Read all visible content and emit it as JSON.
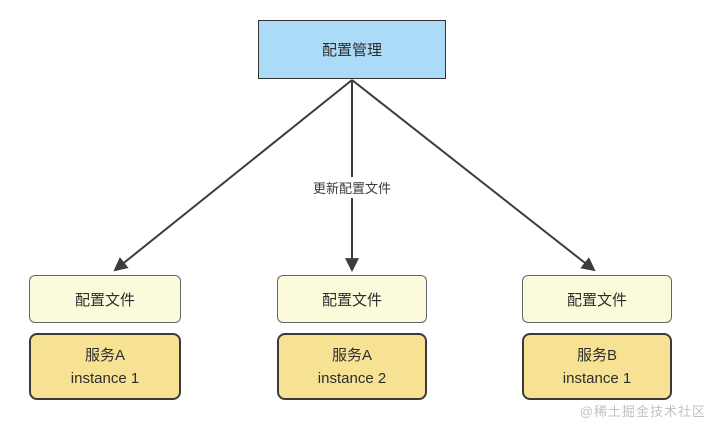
{
  "diagram": {
    "root_node": {
      "label": "配置管理"
    },
    "edge_label": "更新配置文件",
    "columns": [
      {
        "config_label": "配置文件",
        "service_name": "服务A",
        "service_instance": "instance 1"
      },
      {
        "config_label": "配置文件",
        "service_name": "服务A",
        "service_instance": "instance 2"
      },
      {
        "config_label": "配置文件",
        "service_name": "服务B",
        "service_instance": "instance 1"
      }
    ],
    "watermark": "@稀土掘金技术社区",
    "colors": {
      "root_fill": "#ABDBF6",
      "root_border": "#333333",
      "config_fill": "#FBFBDC",
      "config_border": "#666666",
      "service_fill": "#F6E292",
      "service_border": "#3A3A3A",
      "arrow": "#3C3C3C",
      "text": "#2D2D2D",
      "watermark_color": "#C2C2C2",
      "background": "#FFFFFF"
    }
  }
}
